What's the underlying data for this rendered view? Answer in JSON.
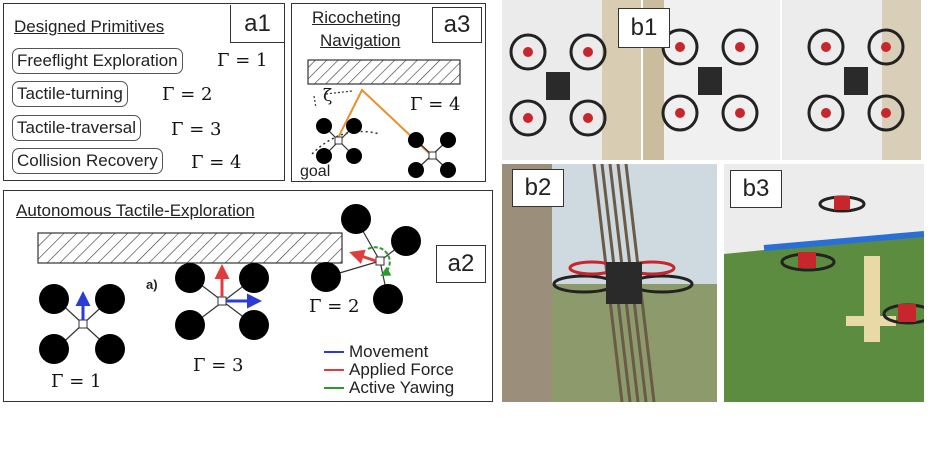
{
  "panel_a1": {
    "label": "a1",
    "title": "Designed Primitives",
    "primitives": [
      {
        "name": "Freeflight Exploration",
        "gamma": "Γ = 1"
      },
      {
        "name": "Tactile-turning",
        "gamma": "Γ = 2"
      },
      {
        "name": "Tactile-traversal",
        "gamma": "Γ = 3"
      },
      {
        "name": "Collision Recovery",
        "gamma": "Γ = 4"
      }
    ]
  },
  "panel_a3": {
    "label": "a3",
    "title_line1": "Ricocheting",
    "title_line2": "Navigation",
    "gamma": "Γ = 4",
    "zeta": "ζ",
    "goal": "goal"
  },
  "panel_a2": {
    "label": "a2",
    "title": "Autonomous Tactile-Exploration",
    "sublabel": "a)",
    "gamma1": "Γ = 1",
    "gamma2": "Γ = 2",
    "gamma3": "Γ = 3",
    "legend": [
      {
        "text": "Movement",
        "color": "#2a3bd6"
      },
      {
        "text": "Applied Force",
        "color": "#e03c3c"
      },
      {
        "text": "Active Yawing",
        "color": "#2e9a2e"
      }
    ]
  },
  "photos": {
    "b1": "b1",
    "b2": "b2",
    "b3": "b3"
  },
  "colors": {
    "movement": "#2a3bd6",
    "force": "#e03c3c",
    "yawing": "#2e9a2e",
    "trajectory": "#e8902a"
  }
}
